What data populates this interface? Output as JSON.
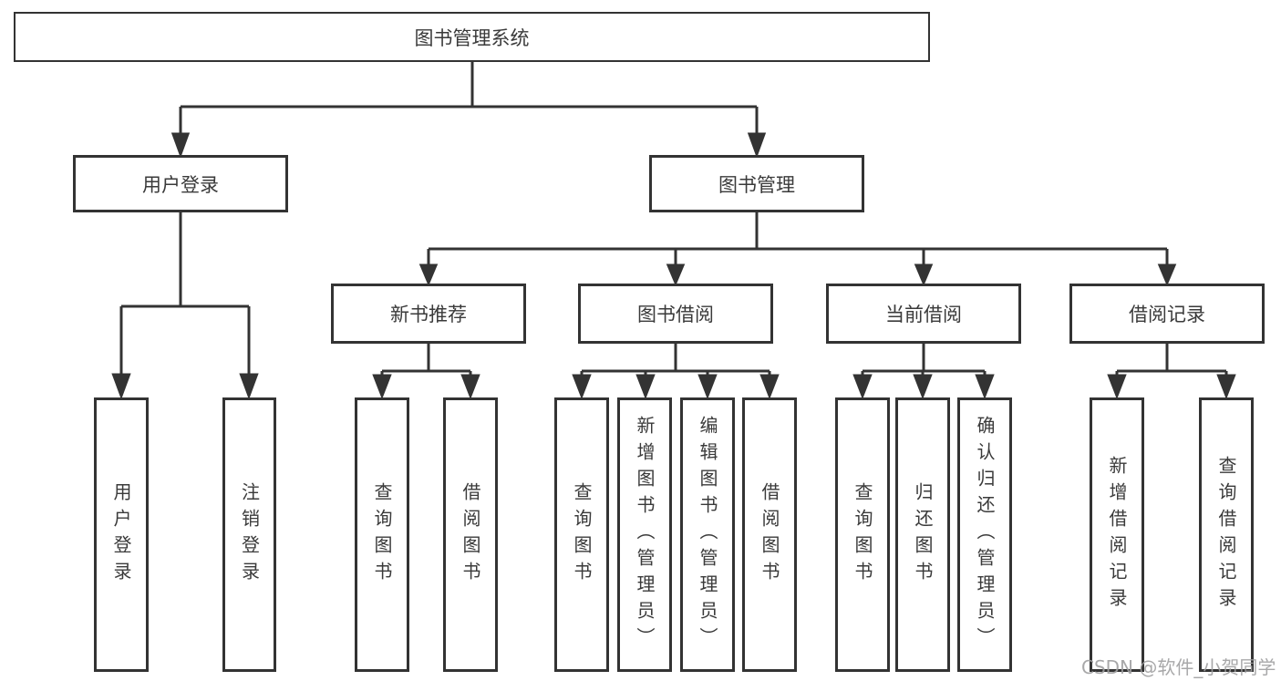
{
  "diagram": {
    "type": "hierarchy-tree",
    "root": {
      "label": "图书管理系统",
      "children": [
        {
          "label": "用户登录",
          "children": [
            {
              "label": "用户登录"
            },
            {
              "label": "注销登录"
            }
          ]
        },
        {
          "label": "图书管理",
          "children": [
            {
              "label": "新书推荐",
              "children": [
                {
                  "label": "查询图书"
                },
                {
                  "label": "借阅图书"
                }
              ]
            },
            {
              "label": "图书借阅",
              "children": [
                {
                  "label": "查询图书"
                },
                {
                  "label": "新增图书（管理员）"
                },
                {
                  "label": "编辑图书（管理员）"
                },
                {
                  "label": "借阅图书"
                }
              ]
            },
            {
              "label": "当前借阅",
              "children": [
                {
                  "label": "查询图书"
                },
                {
                  "label": "归还图书"
                },
                {
                  "label": "确认归还（管理员）"
                }
              ]
            },
            {
              "label": "借阅记录",
              "children": [
                {
                  "label": "新增借阅记录"
                },
                {
                  "label": "查询借阅记录"
                }
              ]
            }
          ]
        }
      ]
    }
  },
  "watermark": {
    "label": "CSDN @软件_小贺同学"
  },
  "colors": {
    "line": "#333333",
    "box_border": "#333333",
    "text": "#3a3a3a",
    "watermark": "#9e9ea0",
    "background": "#ffffff"
  }
}
